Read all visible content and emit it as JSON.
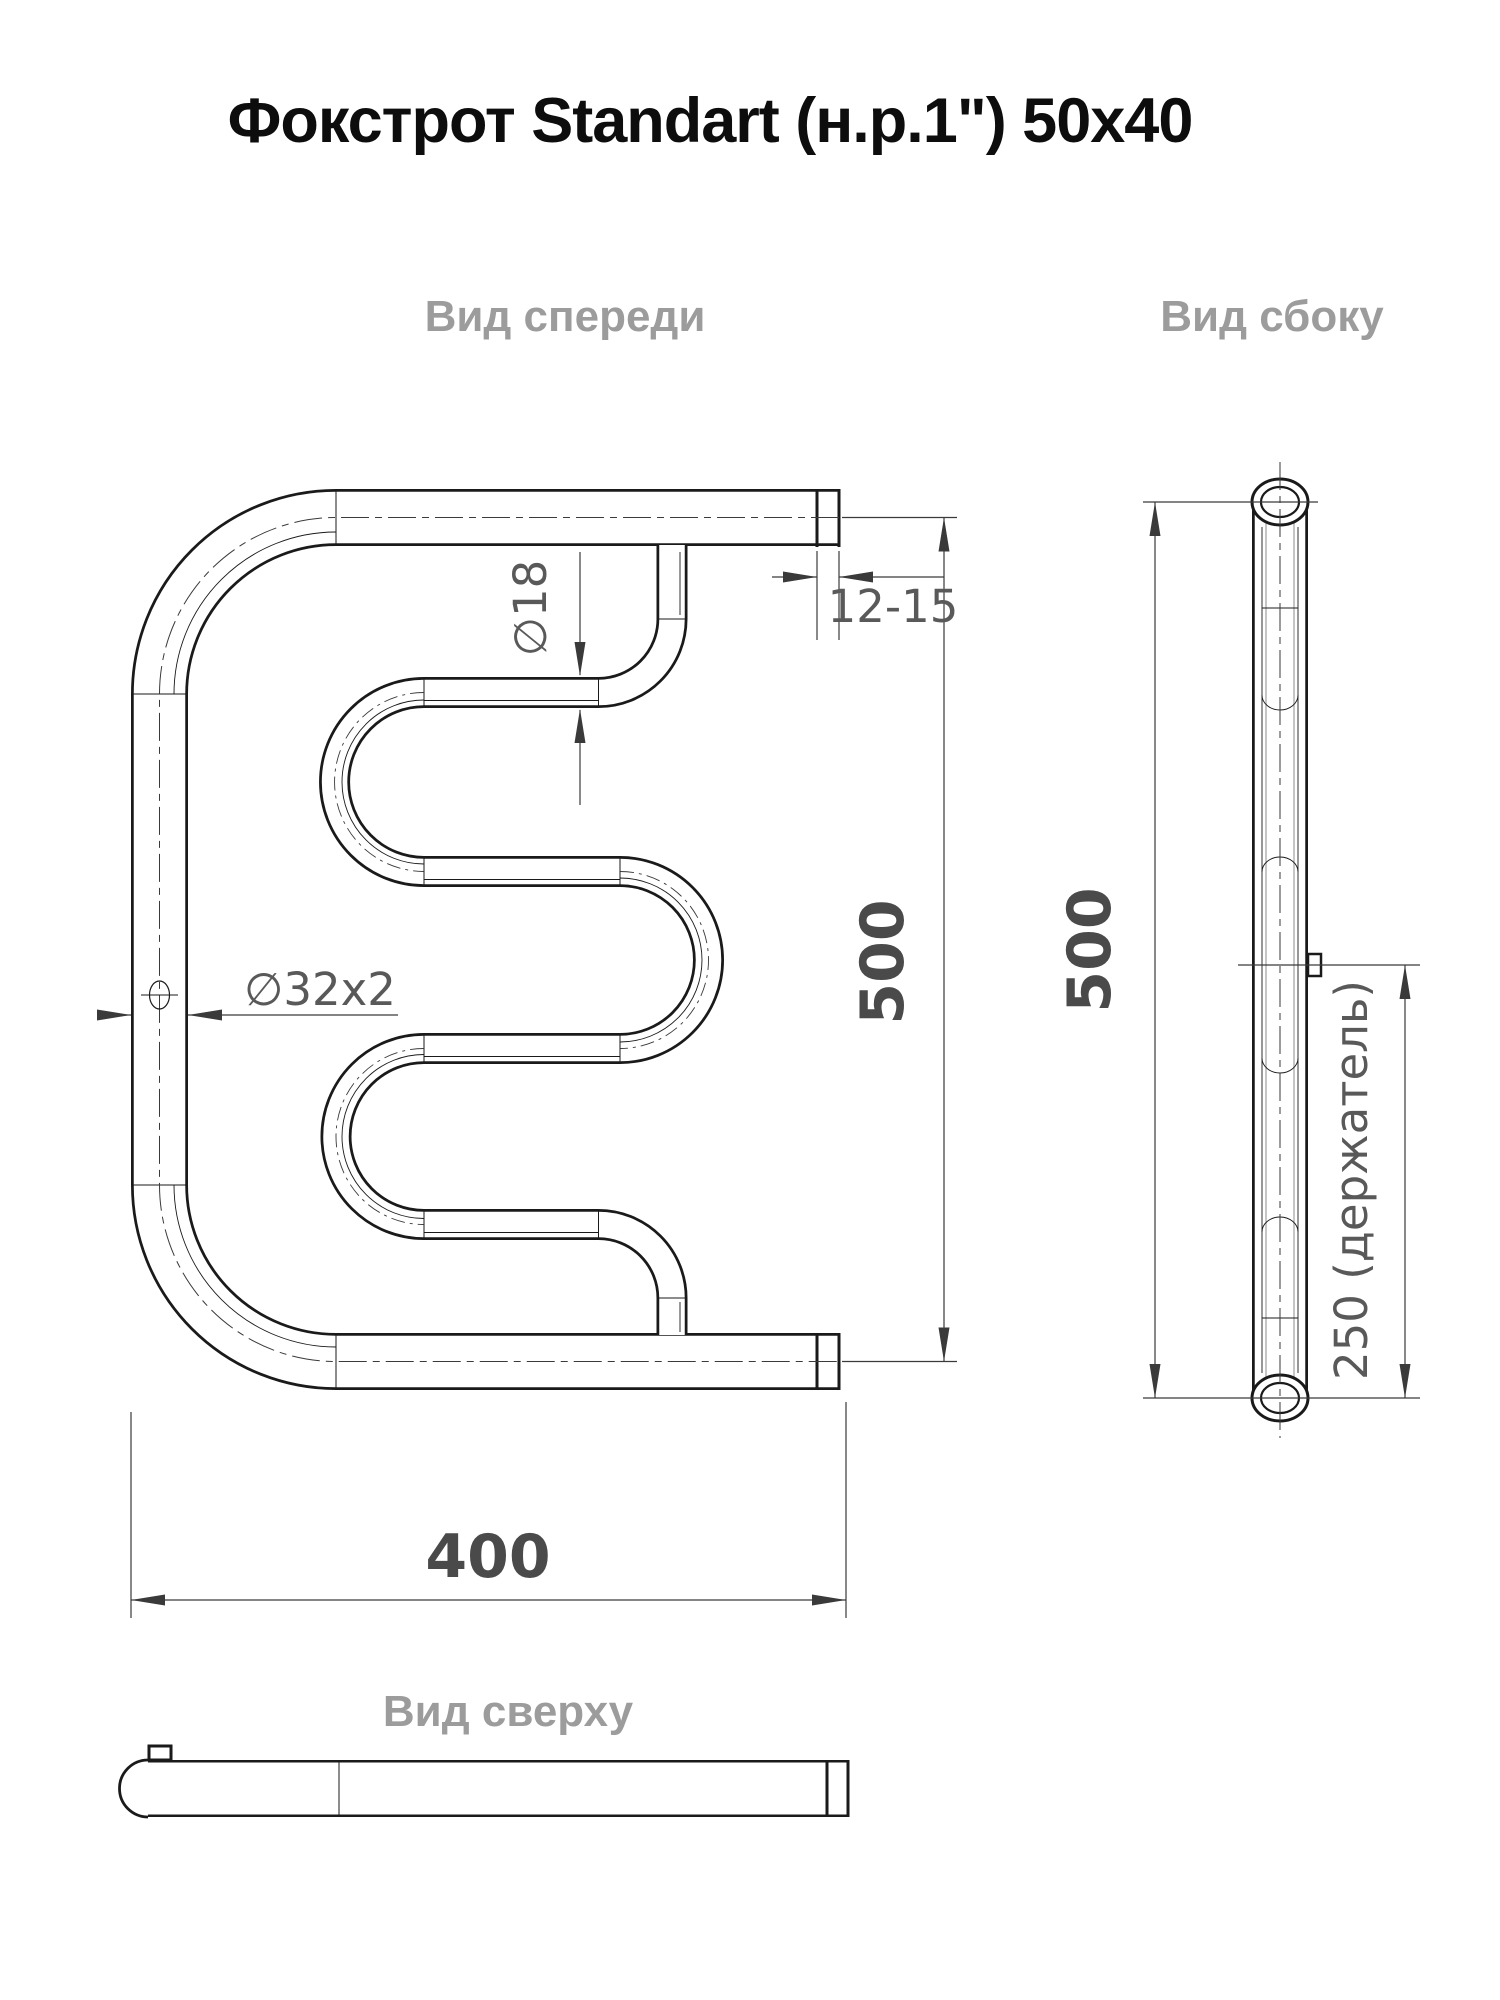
{
  "title": "Фокстрот Standart (н.р.1\") 50x40",
  "views": {
    "front": {
      "label": "Вид спереди"
    },
    "side": {
      "label": "Вид сбоку"
    },
    "top": {
      "label": "Вид сверху"
    }
  },
  "dimensions": {
    "front_height": "500",
    "front_width": "400",
    "wall_clearance": "12-15",
    "rail_pipe_diameter": "∅18",
    "main_pipe_diameter": "∅32x2",
    "side_height": "500",
    "holder_spacing": "250 (держатель)"
  },
  "colors": {
    "drawing_line": "#1a1a1a",
    "dimension_line": "#3a3a3a",
    "dimension_text": "#595959",
    "label_text": "#9c9c9c",
    "background": "#ffffff"
  }
}
